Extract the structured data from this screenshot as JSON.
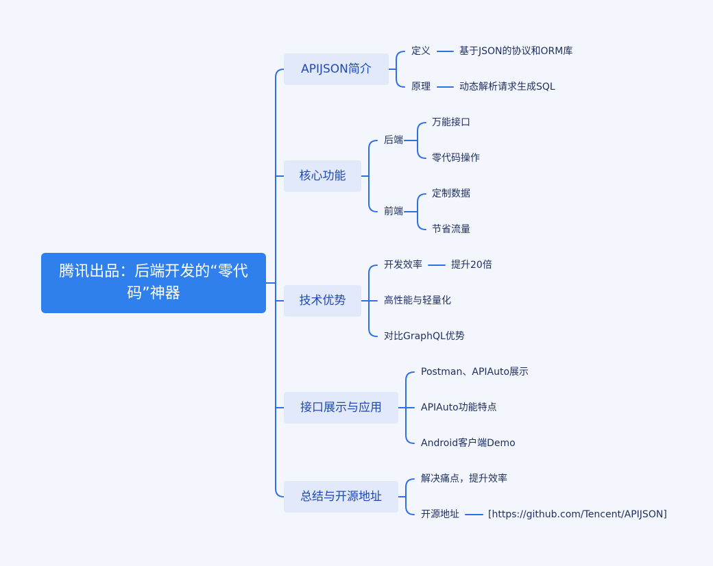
{
  "root": {
    "title": "腾讯出品：后端开发的“零代码”神器"
  },
  "branches": [
    {
      "label": "APIJSON简介"
    },
    {
      "label": "核心功能"
    },
    {
      "label": "技术优势"
    },
    {
      "label": "接口展示与应用"
    },
    {
      "label": "总结与开源地址"
    }
  ],
  "nodes": {
    "definition": "定义",
    "definition_detail": "基于JSON的协议和ORM库",
    "principle": "原理",
    "principle_detail": "动态解析请求生成SQL",
    "backend": "后端",
    "universal_api": "万能接口",
    "zero_code_ops": "零代码操作",
    "frontend": "前端",
    "custom_data": "定制数据",
    "save_traffic": "节省流量",
    "dev_efficiency": "开发效率",
    "boost_20x": "提升20倍",
    "high_perf": "高性能与轻量化",
    "vs_graphql": "对比GraphQL优势",
    "postman_apiauto": "Postman、APIAuto展示",
    "apiauto_features": "APIAuto功能特点",
    "android_demo": "Android客户端Demo",
    "solve_pain": "解决痛点，提升效率",
    "open_source": "开源地址",
    "repo_link": "[https://github.com/Tencent/APIJSON]"
  }
}
